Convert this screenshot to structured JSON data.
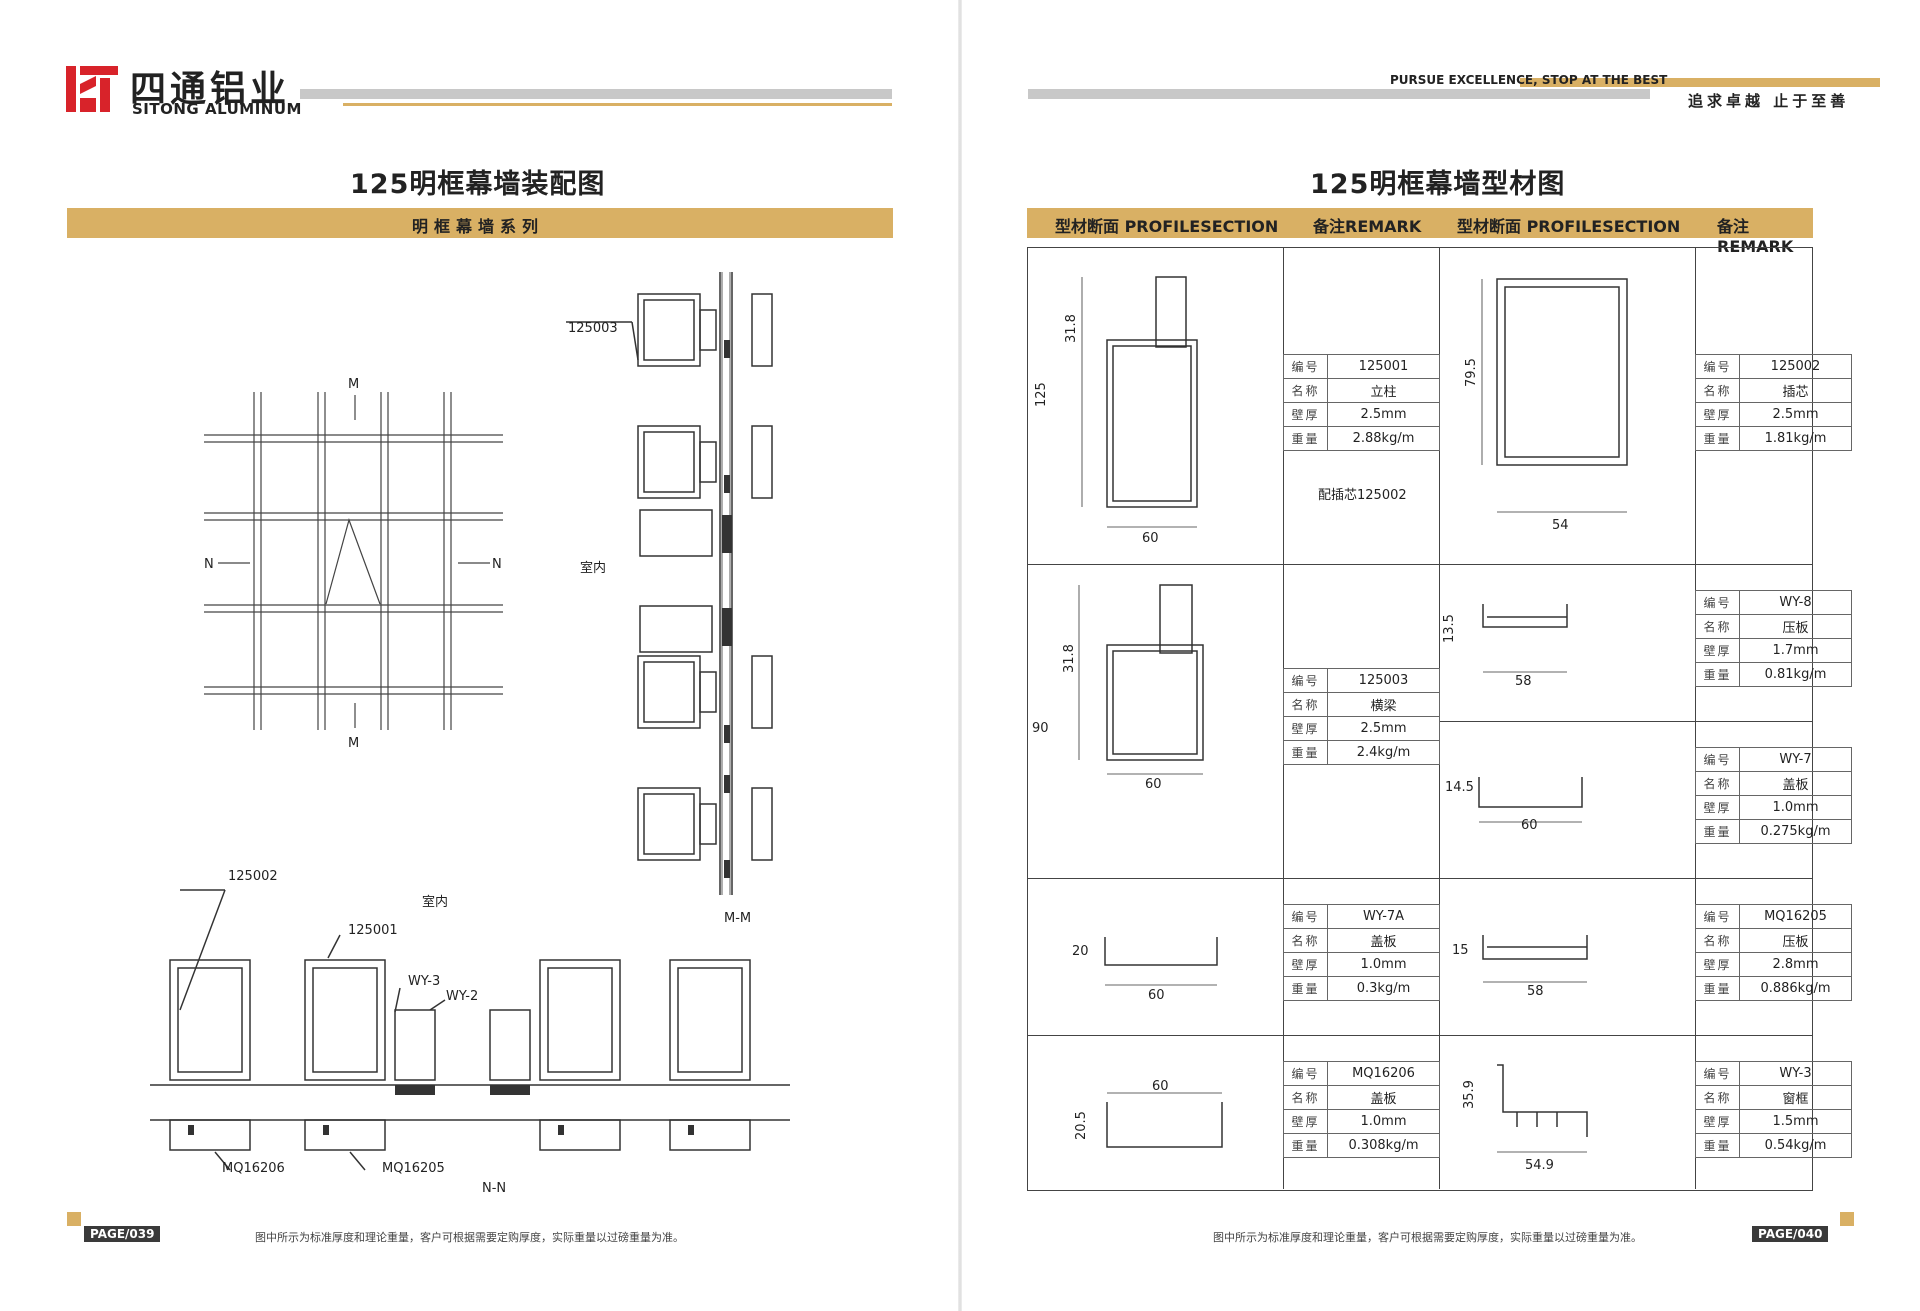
{
  "brand": {
    "name_cn": "四通铝业",
    "name_en": "SITONG ALUMINUM"
  },
  "slogan": {
    "en": "PURSUE EXCELLENCE, STOP AT THE BEST",
    "cn": "追求卓越  止于至善"
  },
  "left": {
    "title": "125明框幕墙装配图",
    "series_bar": "明框幕墙系列",
    "labels": {
      "m_top": "M",
      "m_bottom": "M",
      "n_left": "N",
      "n_right": "N",
      "p125003": "125003",
      "indoor1": "室内",
      "mm": "M-M",
      "p125002": "125002",
      "indoor2": "室内",
      "p125001": "125001",
      "wy3": "WY-3",
      "wy2": "WY-2",
      "mq16206": "MQ16206",
      "mq16205": "MQ16205",
      "nn": "N-N"
    },
    "page": "PAGE/039"
  },
  "right": {
    "title": "125明框幕墙型材图",
    "headers": [
      "型材断面  PROFILESECTION",
      "备注REMARK",
      "型材断面  PROFILESECTION",
      "备注REMARK"
    ],
    "keys": [
      "编号",
      "名称",
      "壁厚",
      "重量"
    ],
    "items": [
      {
        "code": "125001",
        "name": "立柱",
        "thick": "2.5mm",
        "weight": "2.88kg/m",
        "remark": "配插芯125002",
        "dims": [
          "31.8",
          "125",
          "60"
        ]
      },
      {
        "code": "125002",
        "name": "插芯",
        "thick": "2.5mm",
        "weight": "1.81kg/m",
        "dims": [
          "79.5",
          "54"
        ]
      },
      {
        "code": "125003",
        "name": "横梁",
        "thick": "2.5mm",
        "weight": "2.4kg/m",
        "dims": [
          "31.8",
          "90",
          "60"
        ]
      },
      {
        "code": "WY-8",
        "name": "压板",
        "thick": "1.7mm",
        "weight": "0.81kg/m",
        "dims": [
          "13.5",
          "58"
        ]
      },
      {
        "code": "WY-7",
        "name": "盖板",
        "thick": "1.0mm",
        "weight": "0.275kg/m",
        "dims": [
          "14.5",
          "60"
        ]
      },
      {
        "code": "WY-7A",
        "name": "盖板",
        "thick": "1.0mm",
        "weight": "0.3kg/m",
        "dims": [
          "20",
          "60"
        ]
      },
      {
        "code": "MQ16205",
        "name": "压板",
        "thick": "2.8mm",
        "weight": "0.886kg/m",
        "dims": [
          "15",
          "58"
        ]
      },
      {
        "code": "MQ16206",
        "name": "盖板",
        "thick": "1.0mm",
        "weight": "0.308kg/m",
        "dims": [
          "60",
          "20.5"
        ]
      },
      {
        "code": "WY-3",
        "name": "窗框",
        "thick": "1.5mm",
        "weight": "0.54kg/m",
        "dims": [
          "35.9",
          "54.9"
        ]
      }
    ],
    "page": "PAGE/040"
  },
  "footer_note": "图中所示为标准厚度和理论重量，客户可根据需要定购厚度，实际重量以过磅重量为准。",
  "colors": {
    "gold": "#d9b064",
    "gray_bar": "#c8c8c8",
    "logo_red": "#d8232a",
    "page_label_bg": "#3a3a3a"
  }
}
